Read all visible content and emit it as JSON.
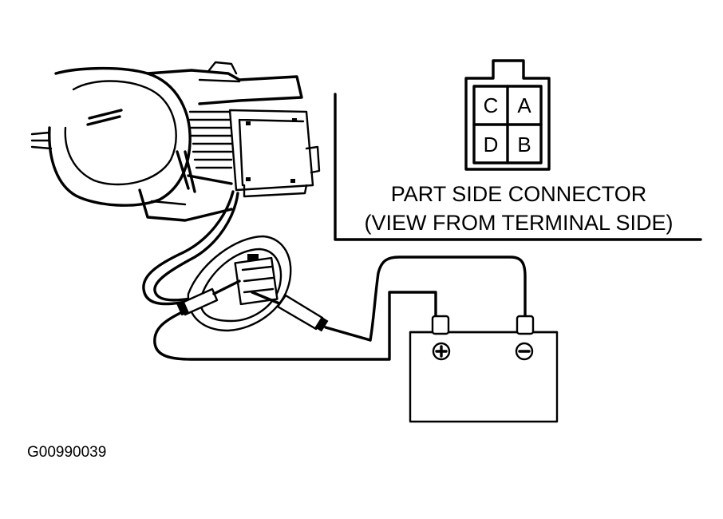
{
  "connector": {
    "pins": [
      "C",
      "A",
      "D",
      "B"
    ],
    "title_line1": "PART SIDE CONNECTOR",
    "title_line2": "(VIEW FROM TERMINAL SIDE)"
  },
  "battery": {
    "positive_symbol": "+",
    "negative_symbol": "−"
  },
  "figure_code": "G00990039"
}
